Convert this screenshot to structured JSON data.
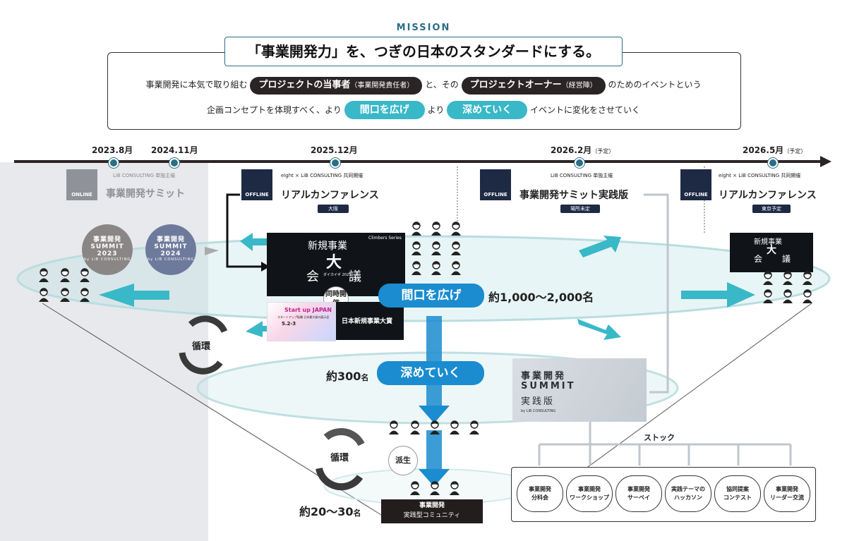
{
  "mission": {
    "label": "MISSION",
    "title": "「事業開発力」を、つぎの日本のスタンダードにする。",
    "line1_pre": "事業開発に本気で取り組む",
    "pill_a": "プロジェクトの当事者",
    "pill_a_small": "（事業開発責任者）",
    "line1_mid": "と、その",
    "pill_b": "プロジェクトオーナー",
    "pill_b_small": "（経営陣）",
    "line1_post": "のためのイベントという",
    "line2_pre": "企画コンセプトを体現すべく、より",
    "pill_c": "間口を広げ",
    "line2_mid": "より",
    "pill_d": "深めていく",
    "line2_post": "イベントに変化をさせていく"
  },
  "timeline": {
    "dates": [
      {
        "label": "2023.8月",
        "note": ""
      },
      {
        "label": "2024.11月",
        "note": ""
      },
      {
        "label": "2025.12月",
        "note": ""
      },
      {
        "label": "2026.2月",
        "note": "（予定）"
      },
      {
        "label": "2026.5月",
        "note": "（予定）"
      }
    ]
  },
  "events": {
    "online": {
      "icon_label": "ONLINE",
      "org": "LiB CONSULTING 単独主催",
      "title": "事業開発サミット"
    },
    "real1": {
      "icon_label": "OFFLINE",
      "org": "eight × LiB CONSULTING 共同開催",
      "title": "リアルカンファレンス",
      "tag": "大阪"
    },
    "summit_jissen": {
      "icon_label": "OFFLINE",
      "org": "LiB CONSULTING 単独主催",
      "title": "事業開発サミット実践版",
      "tag": "場所未定"
    },
    "real2": {
      "icon_label": "OFFLINE",
      "org": "eight × LiB CONSULTING 共同開催",
      "title": "リアルカンファレンス",
      "tag": "東京予定"
    }
  },
  "summits": [
    {
      "lines": [
        "事業開発",
        "SUMMIT",
        "2023"
      ],
      "by": "by LiB CONSULTING"
    },
    {
      "lines": [
        "事業開発",
        "SUMMIT",
        "2024"
      ],
      "by": "by LiB CONSULTING"
    }
  ],
  "banner": {
    "top": "新規事業",
    "big": "大",
    "left": "会",
    "right": "議",
    "sub": "ダイカイギ 2025",
    "brand": "Climbers Series"
  },
  "banner2": {
    "top": "新規事業",
    "big": "大",
    "left": "会",
    "right": "議"
  },
  "concurrent": "同時開催",
  "startup_banner": {
    "title": "Start up JAPAN",
    "sub": "スタートアップ転職 日本最大級の展示会",
    "date": "5.2-3"
  },
  "award_banner": "日本新規事業大賞",
  "flow": {
    "widen": "間口を広げ",
    "widen_count": "約1,000〜2,000名",
    "deepen": "深めていく",
    "deepen_count_num": "約300",
    "deepen_count_unit": "名",
    "small_count_num": "約20〜30",
    "small_count_unit": "名",
    "cycle": "循環",
    "derive": "派生"
  },
  "jissen_box": {
    "lines": [
      "事業開発",
      "SUMMIT",
      "実践版"
    ],
    "by": "by LiB CONSULTING"
  },
  "stock": {
    "label": "ストック",
    "items": [
      [
        "事業開発",
        "分科会"
      ],
      [
        "事業開発",
        "ワークショップ"
      ],
      [
        "事業開発",
        "サーベイ"
      ],
      [
        "実践テーマの",
        "ハッカソン"
      ],
      [
        "協同提案",
        "コンテスト"
      ],
      [
        "事業開発",
        "リーダー交流"
      ]
    ]
  },
  "community": {
    "title": "事業開発",
    "sub": "実践型コミュニティ"
  },
  "colors": {
    "navy": "#1e2a44",
    "teal": "#39b8c8",
    "blue": "#1a8ccf",
    "mission": "#2a6f86"
  }
}
